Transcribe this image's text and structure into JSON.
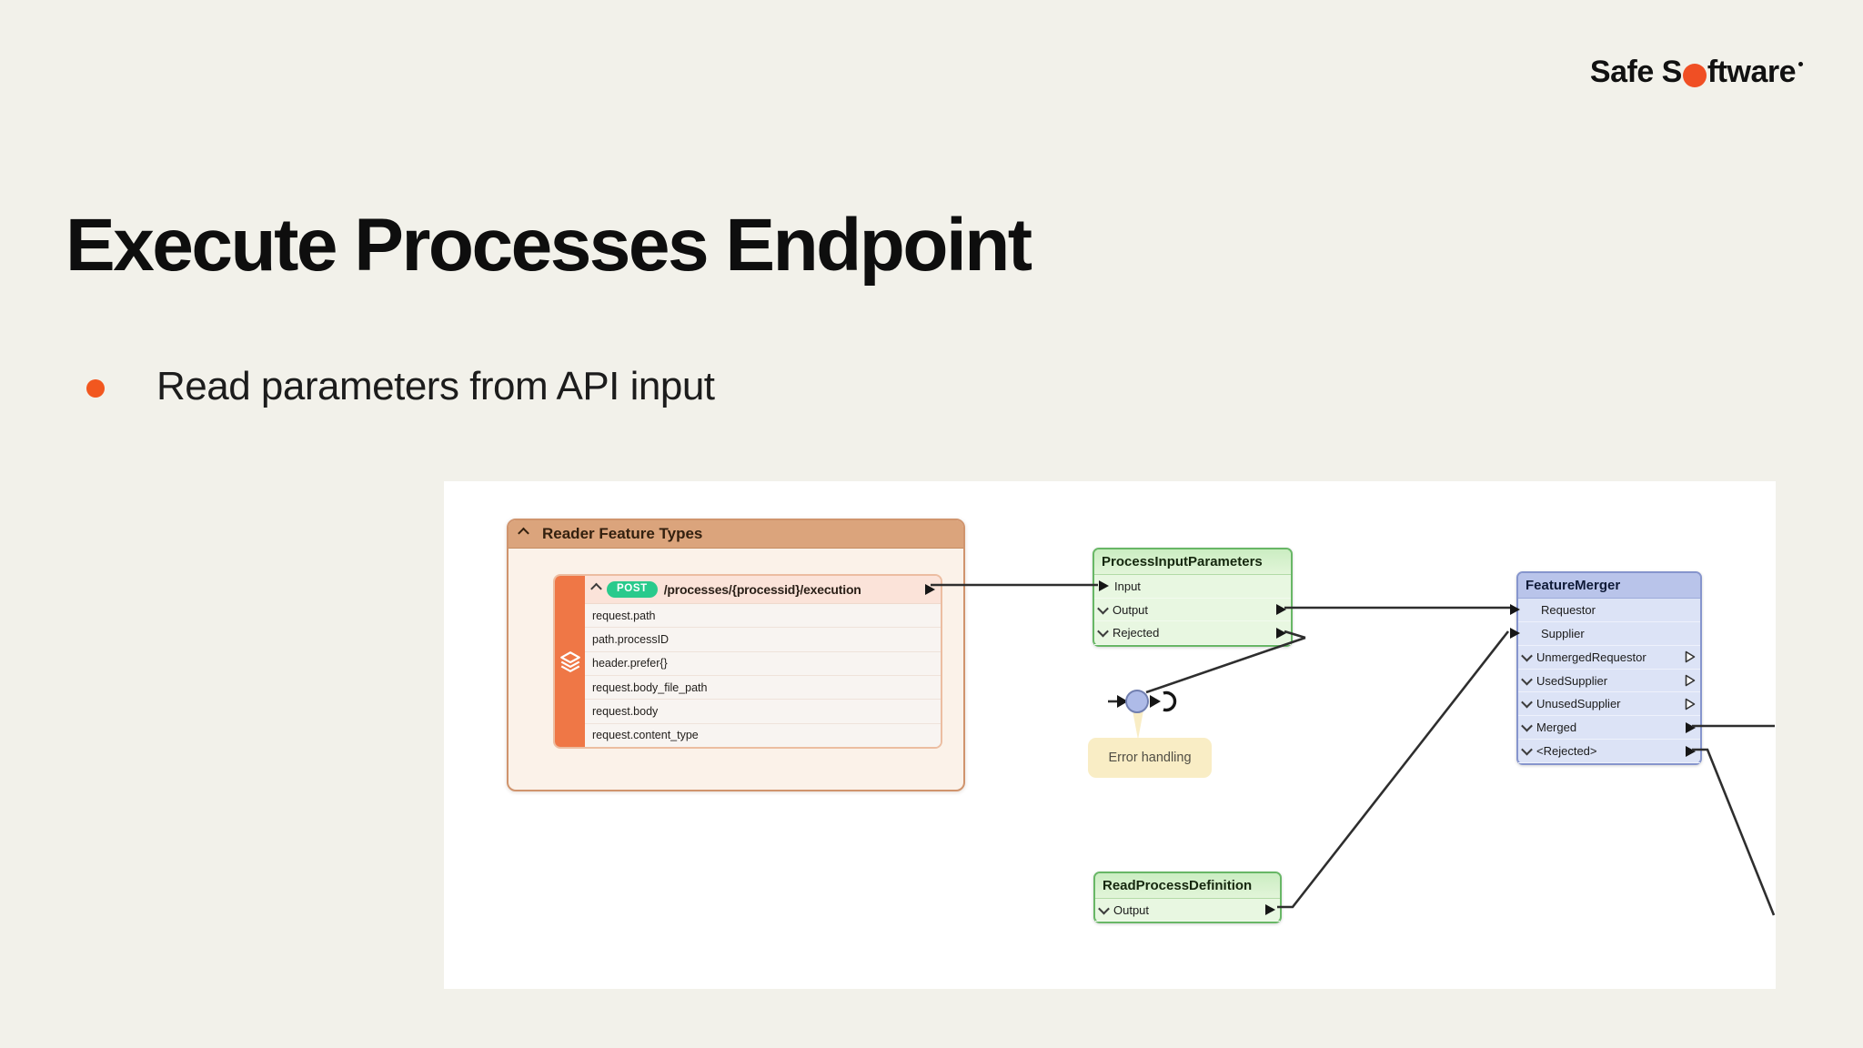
{
  "slide": {
    "title": "Execute Processes Endpoint",
    "bullet": "Read parameters from API input",
    "logo": {
      "part1": "Safe S",
      "part2": "ftware"
    },
    "colors": {
      "background": "#f2f1ea",
      "accent_orange": "#f2571f",
      "canvas_white": "#ffffff",
      "reader_header_tan": "#dba47c",
      "reader_sidebar_orange": "#ef7746",
      "post_badge_green": "#29ca8c",
      "node_green_border": "#68b766",
      "node_blue_border": "#8695cd",
      "junction_fill": "#aebbe8",
      "annotation_yellow": "#f9edc5",
      "connection_line": "#2e2e2e"
    }
  },
  "diagram": {
    "reader": {
      "title": "Reader Feature Types",
      "method": "POST",
      "path": "/processes/{processid}/execution",
      "attributes": [
        "request.path",
        "path.processID",
        "header.prefer{}",
        "request.body_file_path",
        "request.body",
        "request.content_type"
      ]
    },
    "process_input_parameters": {
      "title": "ProcessInputParameters",
      "ports": [
        "Input",
        "Output",
        "Rejected"
      ]
    },
    "feature_merger": {
      "title": "FeatureMerger",
      "ports": [
        "Requestor",
        "Supplier",
        "UnmergedRequestor",
        "UsedSupplier",
        "UnusedSupplier",
        "Merged",
        "<Rejected>"
      ]
    },
    "read_process_definition": {
      "title": "ReadProcessDefinition",
      "ports": [
        "Output"
      ]
    },
    "annotation": {
      "text": "Error handling"
    }
  }
}
